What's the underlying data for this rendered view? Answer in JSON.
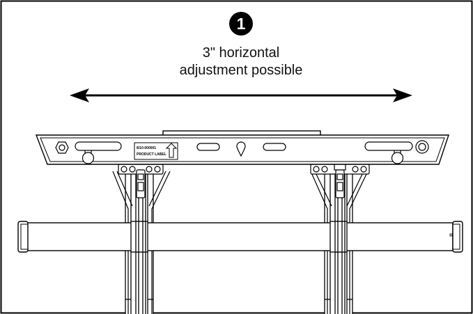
{
  "step": {
    "number": "1"
  },
  "caption": {
    "line1": "3\" horizontal",
    "line2": "adjustment possible"
  },
  "product_label": {
    "line1": "8/10-000001",
    "line2": "PRODUCT LABEL"
  },
  "icons": [
    "double-arrow-icon",
    "up-arrow-icon"
  ],
  "colors": {
    "line": "#000000",
    "background": "#ffffff"
  }
}
